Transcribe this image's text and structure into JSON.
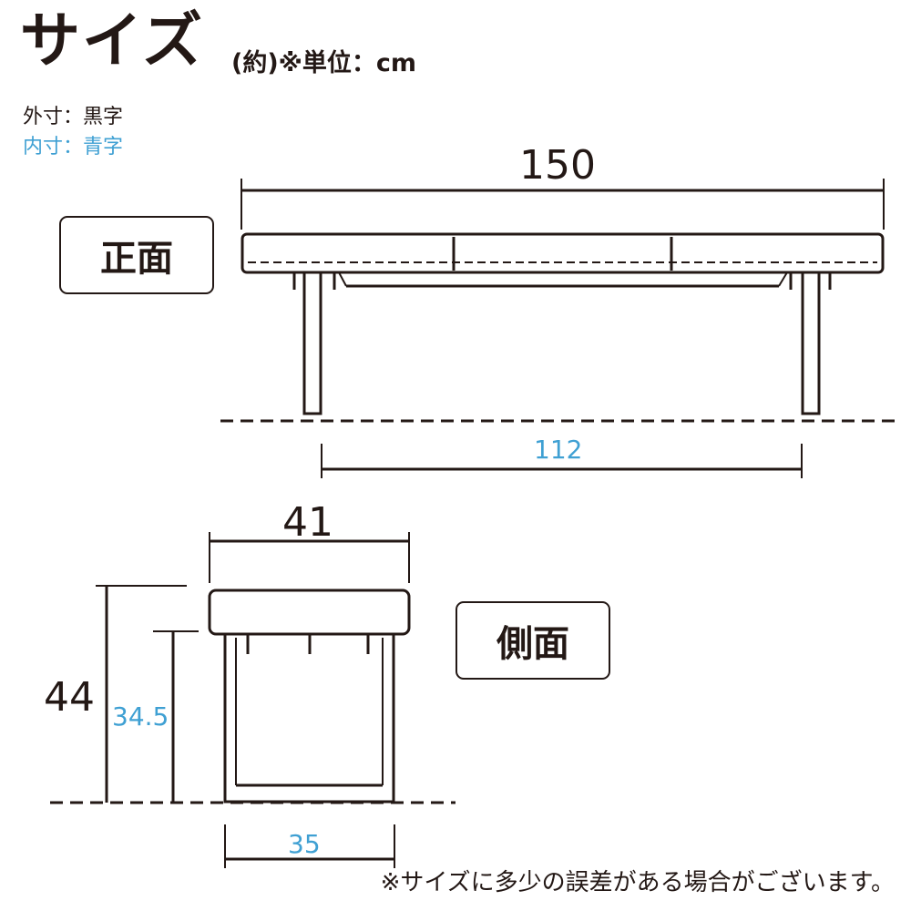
{
  "header": {
    "title": "サイズ",
    "unit_note": "(約)※単位：cm"
  },
  "legend": {
    "outer": "外寸：黒字",
    "inner": "内寸：青字",
    "outer_color": "#231815",
    "inner_color": "#3fa0d3"
  },
  "front_view": {
    "label": "正面",
    "width_outer": "150",
    "leg_span_inner": "112"
  },
  "side_view": {
    "label": "側面",
    "depth_outer": "41",
    "height_outer": "44",
    "seat_height_inner": "34.5",
    "leg_depth_inner": "35"
  },
  "footer": {
    "note": "※サイズに多少の誤差がある場合がございます。"
  }
}
